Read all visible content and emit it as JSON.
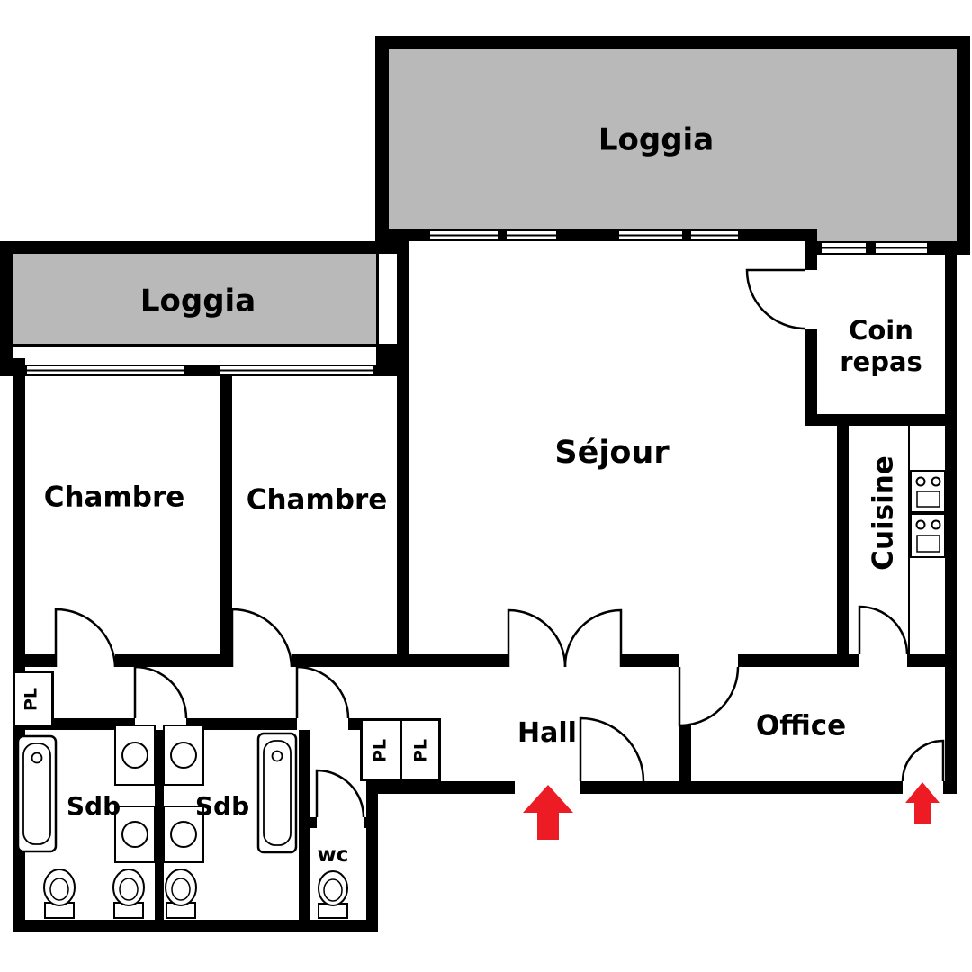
{
  "colors": {
    "wall-color": "#000000",
    "loggia-color": "#b9b9b9",
    "arrow-color": "#ed1c24"
  },
  "labels": {
    "loggia_top": "Loggia",
    "loggia_left": "Loggia",
    "chambre_left": "Chambre",
    "chambre_right": "Chambre",
    "sejour": "Séjour",
    "coin_repas": "Coin repas",
    "cuisine": "Cuisine",
    "hall": "Hall",
    "office": "Office",
    "sdb_left": "Sdb",
    "sdb_right": "Sdb",
    "wc": "wc",
    "pl_left": "PL",
    "pl_center_left": "PL",
    "pl_center_right": "PL"
  },
  "icons": {
    "bathtub": "bathtub-icon",
    "washbasin": "washbasin-icon",
    "toilet": "toilet-icon",
    "stove": "stove-icon",
    "entrance_arrow": "entrance-arrow-icon"
  },
  "arrows": {
    "hall_entrance_direction": "up",
    "office_entrance_direction": "up"
  }
}
